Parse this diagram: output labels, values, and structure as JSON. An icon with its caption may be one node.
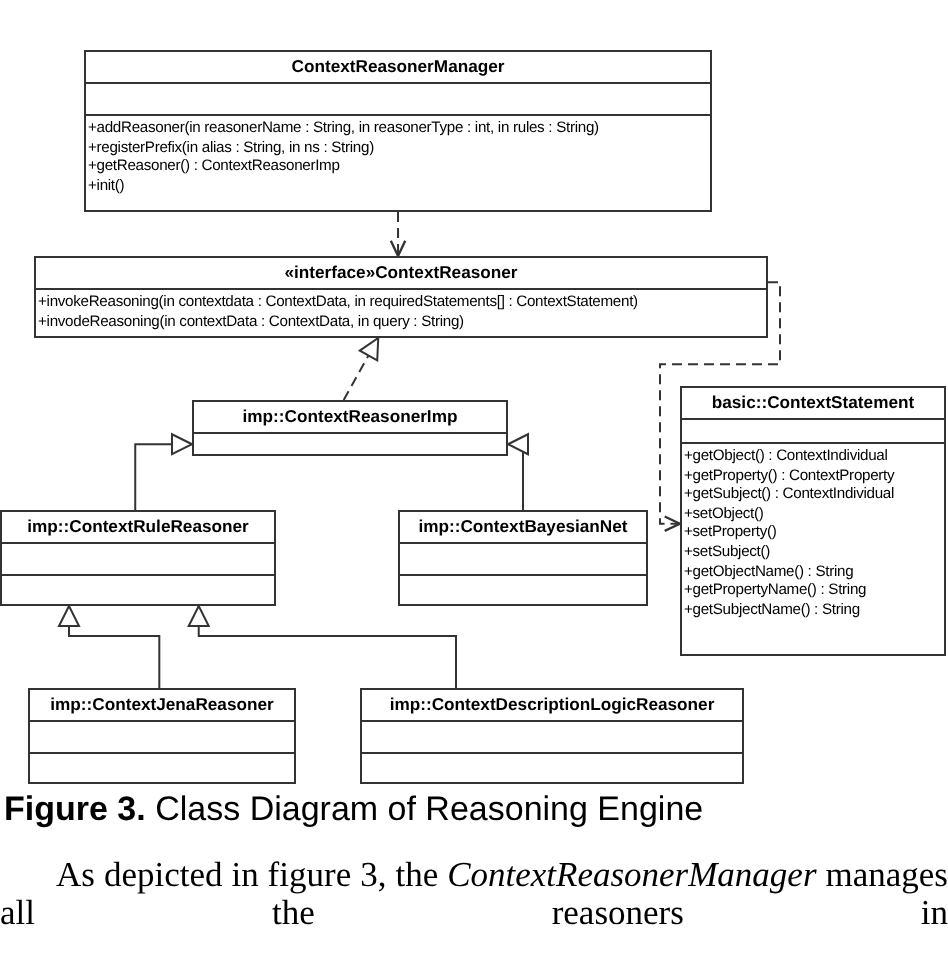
{
  "diagram": {
    "caption": "**Figure 3.** Class Diagram of Reasoning Engine",
    "nodes": [
      {
        "text": [
          "ContextReasonerManager",
          "+addReasoner(in reasonerName : String, in reasonerType : int, in rules : String)",
          "+registerPrefix(in alias : String, in ns : String)",
          "+getReasoner() : ContextReasonerImp",
          "+init()"
        ]
      },
      {
        "text": [
          "«interface»ContextReasoner",
          "+invokeReasoning(in contextdata : ContextData, in requiredStatements[] : ContextStatement)",
          "+invodeReasoning(in contextData : ContextData, in query : String)"
        ]
      },
      {
        "text": [
          "imp::ContextReasonerImp"
        ]
      },
      {
        "text": [
          "basic::ContextStatement",
          "+getObject() : ContextIndividual",
          "+getProperty() : ContextProperty",
          "+getSubject() : ContextIndividual",
          "+setObject()",
          "+setProperty()",
          "+setSubject()",
          "+getObjectName() : String",
          "+getPropertyName() : String",
          "+getSubjectName() : String"
        ]
      },
      {
        "text": [
          "imp::ContextRuleReasoner"
        ]
      },
      {
        "text": [
          "imp::ContextBayesianNet"
        ]
      },
      {
        "text": [
          "imp::ContextJenaReasoner"
        ]
      },
      {
        "text": [
          "imp::ContextDescriptionLogicReasoner"
        ]
      }
    ],
    "edges": [
      {
        "from": 0,
        "to": 1,
        "arrow": "to",
        "style": "dashed"
      },
      {
        "from": 2,
        "to": 1,
        "arrow": "to",
        "style": "dashed"
      },
      {
        "from": 1,
        "to": 3,
        "arrow": "to",
        "style": "dashed"
      },
      {
        "from": 4,
        "to": 2,
        "arrow": "to"
      },
      {
        "from": 5,
        "to": 2,
        "arrow": "to"
      },
      {
        "from": 6,
        "to": 4,
        "arrow": "to"
      },
      {
        "from": 7,
        "to": 4,
        "arrow": "to"
      }
    ],
    "labels": [
      "As depicted in figure 3, the *ContextReasonerManager* manages all the reasoners in"
    ]
  }
}
